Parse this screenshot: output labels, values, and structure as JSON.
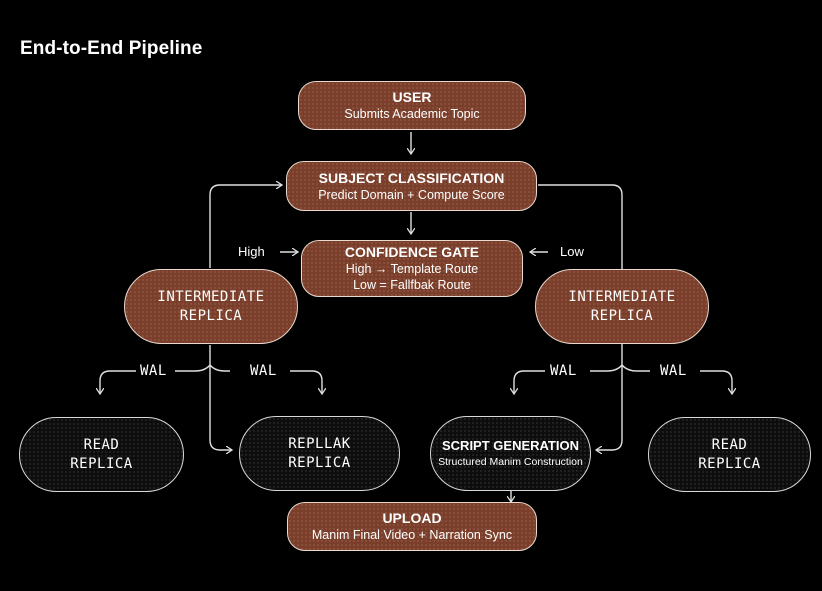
{
  "title": "End-to-End Pipeline",
  "nodes": {
    "user": {
      "title": "USER",
      "subtitle": "Submits Academic Topic"
    },
    "classification": {
      "title": "SUBJECT CLASSIFICATION",
      "subtitle": "Predict Domain + Compute Score"
    },
    "gate": {
      "title": "CONFIDENCE GATE",
      "line1": "High → Template Route",
      "line2": "Low = Fallfbak Route"
    },
    "replica_left": {
      "line1": "INTERMEDIATE",
      "line2": "REPLICA"
    },
    "replica_right": {
      "line1": "INTERMEDIATE",
      "line2": "REPLICA"
    },
    "read_left": {
      "line1": "READ",
      "line2": "REPLICA"
    },
    "repllak": {
      "line1": "REPLLAK",
      "line2": "REPLICA"
    },
    "script": {
      "title": "SCRIPT GENERATION",
      "subtitle": "Structured Manim Construction"
    },
    "read_right": {
      "line1": "READ",
      "line2": "REPLICA"
    },
    "upload": {
      "title": "UPLOAD",
      "subtitle": "Manim Final Video + Narration Sync"
    }
  },
  "labels": {
    "high": "High",
    "low": "Low",
    "wal": "WAL"
  },
  "colors": {
    "background": "#000000",
    "node_fill": "#7a3e2a",
    "node_border": "#e9d9cf",
    "dark_fill": "#0d0d0d",
    "line": "#e0e0e0"
  }
}
